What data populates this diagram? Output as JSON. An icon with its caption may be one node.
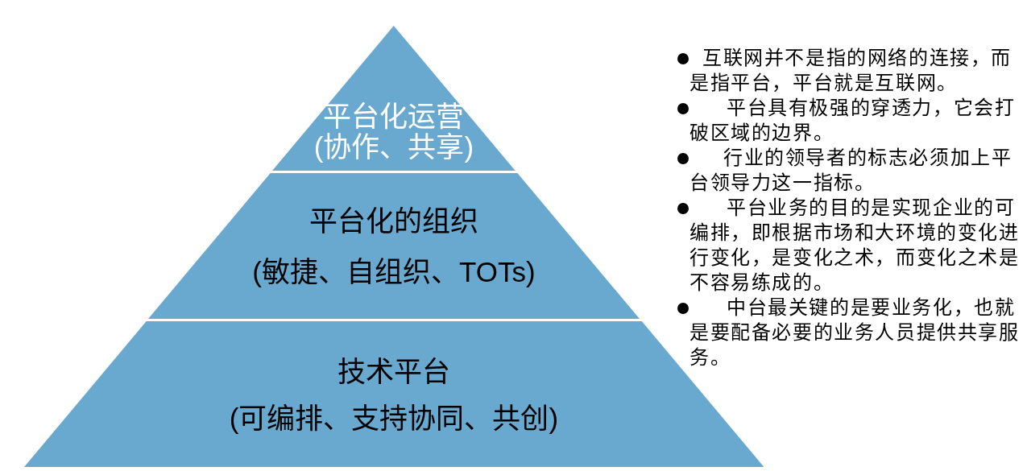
{
  "diagram": {
    "nodes": [
      {
        "text": [
          "平台化运营",
          "(协作、共享)"
        ]
      },
      {
        "text": [
          "平台化的组织",
          "(敏捷、自组织、TOTs)"
        ]
      },
      {
        "text": [
          "技术平台",
          "(可编排、支持协同、共创)"
        ]
      }
    ],
    "edges": [],
    "labels": [
      "互联网并不是指的网络的连接，而是指平台，平台就是互联网。",
      "平台具有极强的穿透力，它会打破区域的边界。",
      "行业的领导者的标志必须加上平台领导力这一指标。",
      "平台业务的目的是实现企业的可编排，即根据市场和大环境的变化进行变化，是变化之术，而变化之术是不容易练成的。",
      "中台最关键的是要业务化，也就是要配备必要的业务人员提供共享服务。"
    ]
  }
}
